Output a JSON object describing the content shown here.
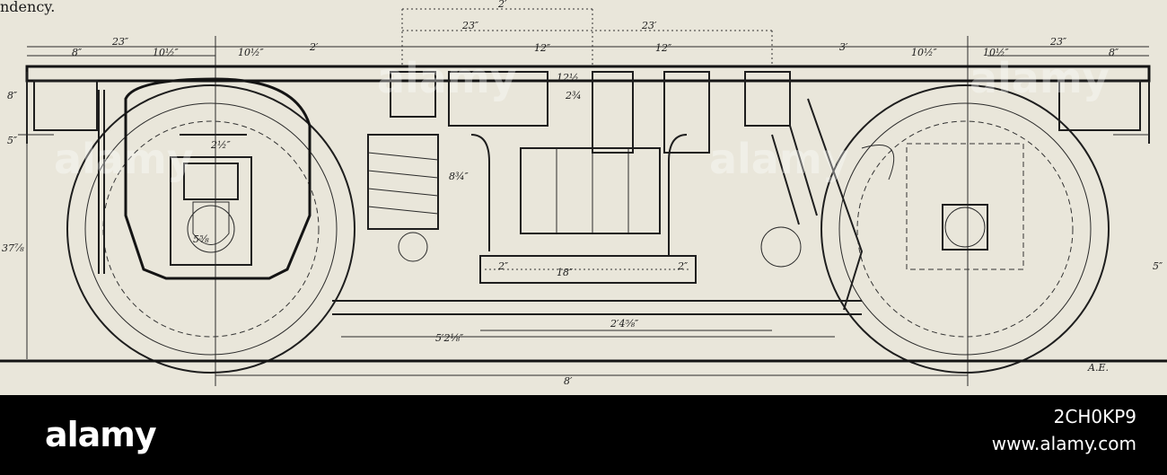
{
  "header": {
    "text": "ndency."
  },
  "dimensions": {
    "top_2ft": "2′",
    "top_23_a": "23″",
    "top_23_b": "23′",
    "left_23": "23″",
    "left_8": "8″",
    "left_10a": "10½″",
    "left_10b": "10½″",
    "left_2ft": "2′",
    "center_12a": "12″",
    "center_12b": "12″",
    "right_3ft": "3′",
    "right_10a": "10½″",
    "right_10b": "10½″",
    "right_23": "23″",
    "right_8": "8″",
    "left_vert_8": "8″",
    "left_vert_5": "5″",
    "left_vert_37": "37⅞",
    "right_vert_5": "5″",
    "axle_dim": "18″",
    "spring_dim": "8¾″",
    "two_a": "2″",
    "two_b": "2″",
    "two_4": "2′4⅝″",
    "five_2": "5′2⅛″",
    "eight_ft": "8′",
    "plate_2": "2¾",
    "plate_12": "12½",
    "half_a": "2½″",
    "half_b": "5⅝",
    "initials": "A.E."
  },
  "footer": {
    "brand": "alamy",
    "image_id": "2CH0KP9",
    "site": "www.alamy.com"
  },
  "watermark": {
    "text": "alamy"
  }
}
